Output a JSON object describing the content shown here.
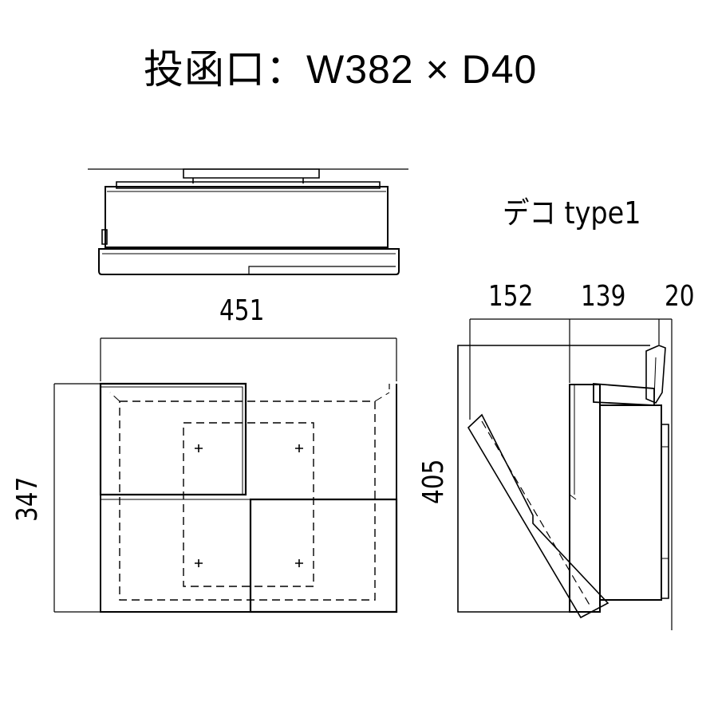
{
  "title": "投函口：W382 × D40",
  "model_label": "デコ type1",
  "dimensions": {
    "width": "451",
    "height": "347",
    "side_depth_1": "152",
    "side_depth_2": "139",
    "side_depth_3": "20",
    "side_height": "405"
  },
  "line_color": "#000000"
}
